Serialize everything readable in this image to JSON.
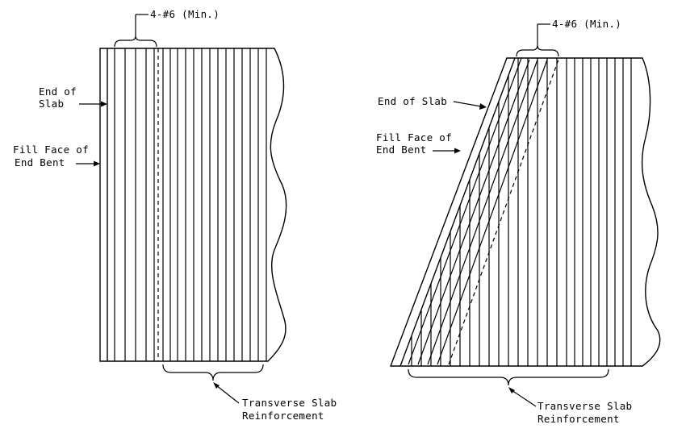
{
  "left_detail": {
    "callout_top": "4-#6 (Min.)",
    "end_of_slab": [
      "End of",
      "Slab"
    ],
    "fill_face": [
      "Fill Face of",
      "End Bent"
    ],
    "transverse": [
      "Transverse Slab",
      "Reinforcement"
    ]
  },
  "right_detail": {
    "callout_top": "4-#6 (Min.)",
    "end_of_slab": [
      "End of Slab"
    ],
    "fill_face": [
      "Fill Face of",
      "End Bent"
    ],
    "transverse": [
      "Transverse Slab",
      "Reinforcement"
    ]
  }
}
